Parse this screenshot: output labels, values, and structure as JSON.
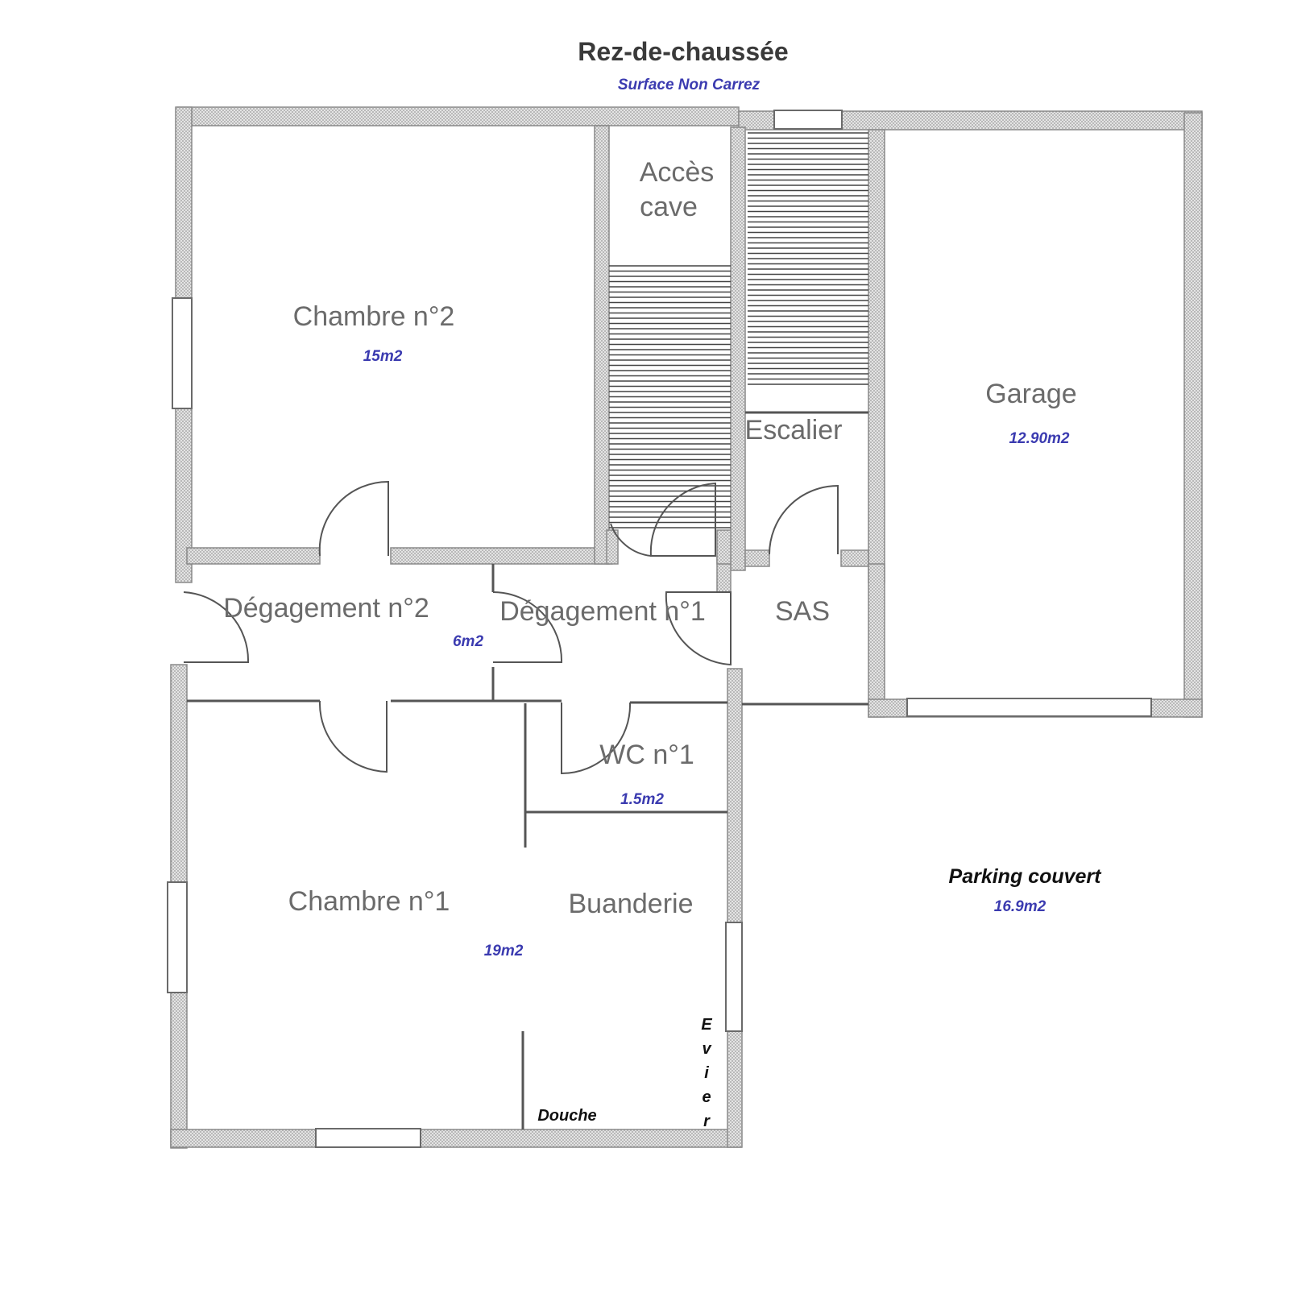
{
  "title": "Rez-de-chaussée",
  "subtitle": "Surface Non Carrez",
  "rooms": {
    "chambre2": {
      "label": "Chambre n°2",
      "area": "15m2"
    },
    "acces_cave": {
      "label_line1": "Accès",
      "label_line2": "cave"
    },
    "escalier": {
      "label": "Escalier"
    },
    "garage": {
      "label": "Garage",
      "area": "12.90m2"
    },
    "degagement2": {
      "label": "Dégagement n°2",
      "area": "6m2"
    },
    "degagement1": {
      "label": "Dégagement n°1"
    },
    "sas": {
      "label": "SAS"
    },
    "wc1": {
      "label": "WC n°1",
      "area": "1.5m2"
    },
    "chambre1": {
      "label": "Chambre n°1",
      "area": "19m2"
    },
    "buanderie": {
      "label": "Buanderie"
    },
    "douche": {
      "label": "Douche"
    },
    "evier": {
      "letters": [
        "E",
        "v",
        "i",
        "e",
        "r"
      ]
    },
    "parking": {
      "label": "Parking couvert",
      "area": "16.9m2"
    }
  },
  "colors": {
    "area_text": "#3b3bb0",
    "room_text": "#6b6b6b",
    "wall_fill": "#d6d6d6"
  }
}
